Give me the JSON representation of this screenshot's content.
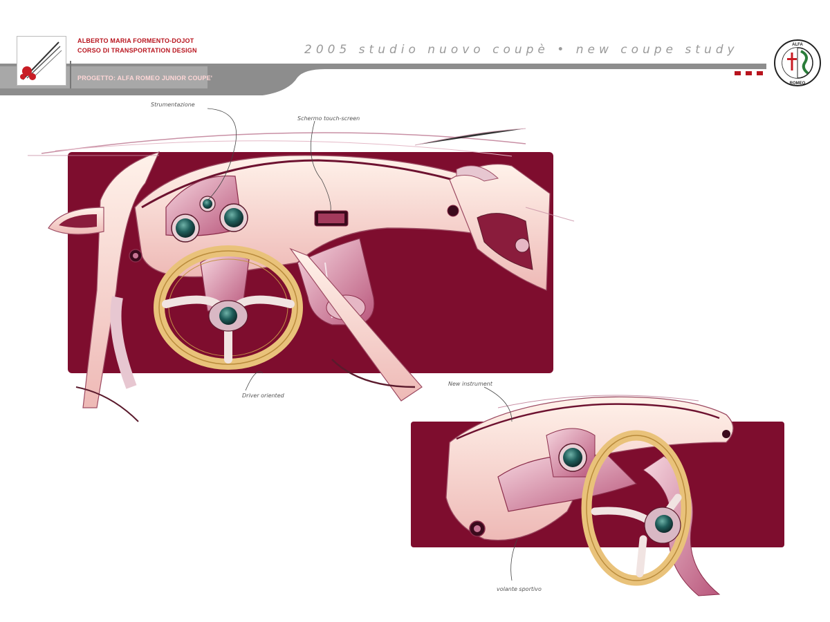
{
  "header": {
    "author": "ALBERTO MARIA FORMENTO-DOJOT",
    "course": "CORSO DI TRANSPORTATION DESIGN",
    "project": "PROGETTO: ALFA ROMEO JUNIOR COUPE'",
    "title": "2005 studio nuovo coupè • new coupe study",
    "brand_logo_text": "ALFA ROMEO"
  },
  "annotations": {
    "top_left": "Strumentazione",
    "top_center": "Schermo touch-screen",
    "bottom_left": "Driver oriented",
    "right_top": "New instrument",
    "right_bottom": "volante sportivo"
  },
  "colors": {
    "background_panel": "#7e0d2e",
    "header_gray": "#8c8c8c",
    "header_red_text": "#b8141e",
    "sketch_cream": "#f6ddd2",
    "sketch_pink": "#d99ab0",
    "wheel_rim": "#e9c27a",
    "gauge_teal": "#1f5d5a"
  }
}
